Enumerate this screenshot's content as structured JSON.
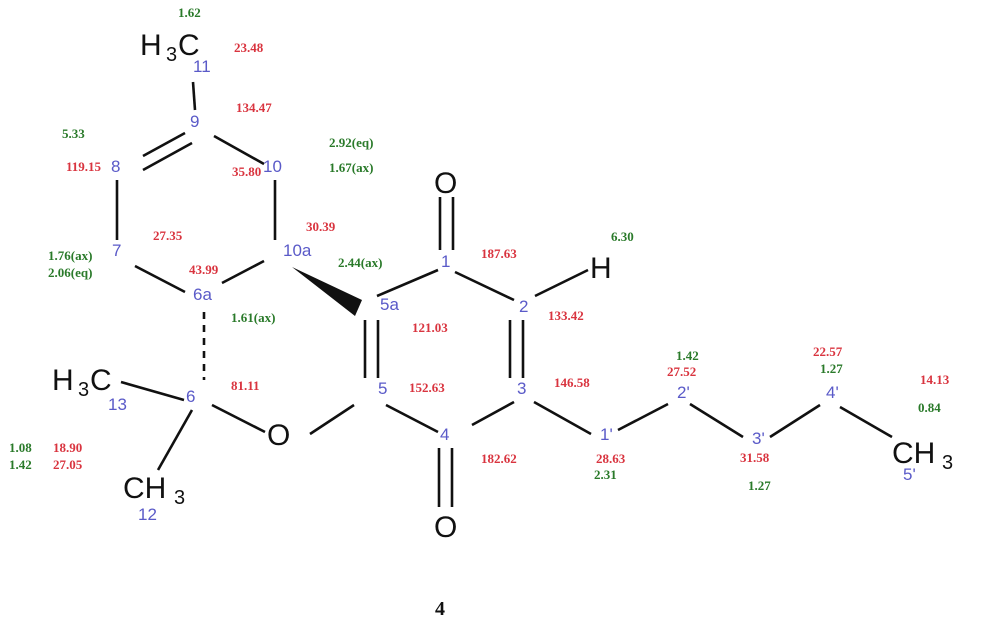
{
  "figure": {
    "compound_label": "4",
    "legend": {
      "c13_color": "#d9343f",
      "h1_color": "#2a7a2a",
      "atom_number_color": "#5a5ac8"
    }
  },
  "atoms": {
    "c11": {
      "text": "H",
      "sub": "3",
      "tail": "C",
      "num": "11",
      "h1": "1.62",
      "c13": "23.48"
    },
    "c9": {
      "num": "9",
      "c13": "134.47"
    },
    "c8": {
      "num": "8",
      "h1": "5.33",
      "c13": "119.15"
    },
    "c10": {
      "num": "10",
      "c13": "35.80",
      "h1_eq": "2.92(eq)",
      "h1_ax": "1.67(ax)"
    },
    "c7": {
      "num": "7",
      "c13": "27.35",
      "h1_ax": "1.76(ax)",
      "h1_eq": "2.06(eq)"
    },
    "c10a": {
      "num": "10a",
      "c13": "30.39",
      "h1": "2.44(ax)"
    },
    "c6a": {
      "num": "6a",
      "c13": "43.99",
      "h1": "1.61(ax)"
    },
    "c6": {
      "num": "6",
      "c13": "81.11"
    },
    "c13": {
      "text": "H",
      "sub": "3",
      "tail": "C",
      "num": "13"
    },
    "c12": {
      "text": "CH",
      "sub": "3",
      "num": "12"
    },
    "methyls": {
      "h1_a": "1.08",
      "c13_a": "18.90",
      "h1_b": "1.42",
      "c13_b": "27.05"
    },
    "o_ring": {
      "text": "O"
    },
    "c1": {
      "num": "1",
      "c13": "187.63",
      "o": "O"
    },
    "c2": {
      "num": "2",
      "c13": "133.42",
      "h": "H",
      "h1": "6.30"
    },
    "c5a": {
      "num": "5a",
      "c13": "121.03"
    },
    "c5": {
      "num": "5",
      "c13": "152.63"
    },
    "c3": {
      "num": "3",
      "c13": "146.58"
    },
    "c4": {
      "num": "4",
      "c13": "182.62",
      "o": "O"
    },
    "c1p": {
      "num": "1'",
      "c13": "28.63",
      "h1": "2.31"
    },
    "c2p": {
      "num": "2'",
      "c13": "27.52",
      "h1": "1.42"
    },
    "c3p": {
      "num": "3'",
      "c13": "31.58",
      "h1": "1.27"
    },
    "c4p": {
      "num": "4'",
      "c13": "22.57",
      "h1": "1.27"
    },
    "c5p": {
      "text": "CH",
      "sub": "3",
      "num": "5'",
      "c13": "14.13",
      "h1": "0.84"
    }
  }
}
